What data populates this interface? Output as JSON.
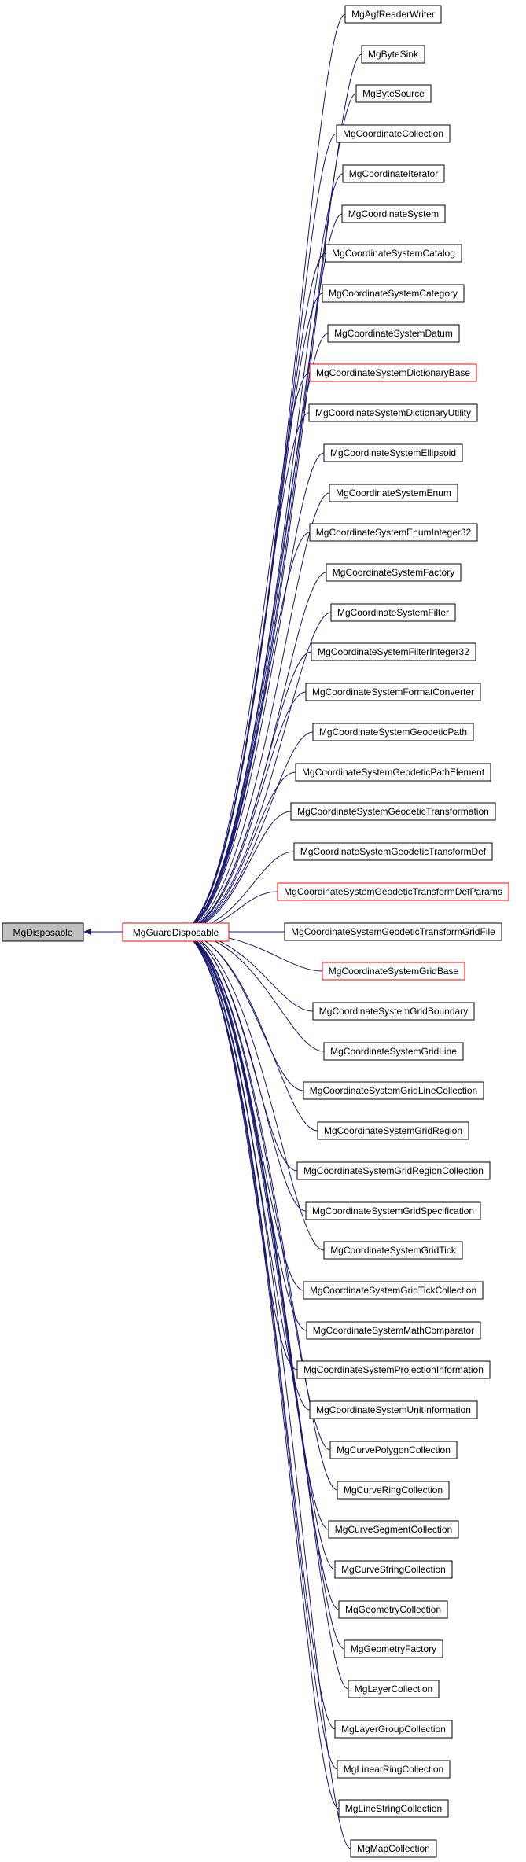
{
  "root": {
    "label": "MgDisposable",
    "fill": "#bfbfbf"
  },
  "parent": {
    "label": "MgGuardDisposable",
    "border": "#ff0000"
  },
  "colors": {
    "edge": "#191970",
    "normal_border": "#000000",
    "highlight_border": "#ff0000"
  },
  "children": [
    {
      "label": "MgAgfReaderWriter",
      "red": false
    },
    {
      "label": "MgByteSink",
      "red": false
    },
    {
      "label": "MgByteSource",
      "red": false
    },
    {
      "label": "MgCoordinateCollection",
      "red": false
    },
    {
      "label": "MgCoordinateIterator",
      "red": false
    },
    {
      "label": "MgCoordinateSystem",
      "red": false
    },
    {
      "label": "MgCoordinateSystemCatalog",
      "red": false
    },
    {
      "label": "MgCoordinateSystemCategory",
      "red": false
    },
    {
      "label": "MgCoordinateSystemDatum",
      "red": false
    },
    {
      "label": "MgCoordinateSystemDictionaryBase",
      "red": true
    },
    {
      "label": "MgCoordinateSystemDictionaryUtility",
      "red": false
    },
    {
      "label": "MgCoordinateSystemEllipsoid",
      "red": false
    },
    {
      "label": "MgCoordinateSystemEnum",
      "red": false
    },
    {
      "label": "MgCoordinateSystemEnumInteger32",
      "red": false
    },
    {
      "label": "MgCoordinateSystemFactory",
      "red": false
    },
    {
      "label": "MgCoordinateSystemFilter",
      "red": false
    },
    {
      "label": "MgCoordinateSystemFilterInteger32",
      "red": false
    },
    {
      "label": "MgCoordinateSystemFormatConverter",
      "red": false
    },
    {
      "label": "MgCoordinateSystemGeodeticPath",
      "red": false
    },
    {
      "label": "MgCoordinateSystemGeodeticPathElement",
      "red": false
    },
    {
      "label": "MgCoordinateSystemGeodeticTransformation",
      "red": false
    },
    {
      "label": "MgCoordinateSystemGeodeticTransformDef",
      "red": false
    },
    {
      "label": "MgCoordinateSystemGeodeticTransformDefParams",
      "red": true
    },
    {
      "label": "MgCoordinateSystemGeodeticTransformGridFile",
      "red": false
    },
    {
      "label": "MgCoordinateSystemGridBase",
      "red": true
    },
    {
      "label": "MgCoordinateSystemGridBoundary",
      "red": false
    },
    {
      "label": "MgCoordinateSystemGridLine",
      "red": false
    },
    {
      "label": "MgCoordinateSystemGridLineCollection",
      "red": false
    },
    {
      "label": "MgCoordinateSystemGridRegion",
      "red": false
    },
    {
      "label": "MgCoordinateSystemGridRegionCollection",
      "red": false
    },
    {
      "label": "MgCoordinateSystemGridSpecification",
      "red": false
    },
    {
      "label": "MgCoordinateSystemGridTick",
      "red": false
    },
    {
      "label": "MgCoordinateSystemGridTickCollection",
      "red": false
    },
    {
      "label": "MgCoordinateSystemMathComparator",
      "red": false
    },
    {
      "label": "MgCoordinateSystemProjectionInformation",
      "red": false
    },
    {
      "label": "MgCoordinateSystemUnitInformation",
      "red": false
    },
    {
      "label": "MgCurvePolygonCollection",
      "red": false
    },
    {
      "label": "MgCurveRingCollection",
      "red": false
    },
    {
      "label": "MgCurveSegmentCollection",
      "red": false
    },
    {
      "label": "MgCurveStringCollection",
      "red": false
    },
    {
      "label": "MgGeometryCollection",
      "red": false
    },
    {
      "label": "MgGeometryFactory",
      "red": false
    },
    {
      "label": "MgLayerCollection",
      "red": false
    },
    {
      "label": "MgLayerGroupCollection",
      "red": false
    },
    {
      "label": "MgLinearRingCollection",
      "red": false
    },
    {
      "label": "MgLineStringCollection",
      "red": false
    },
    {
      "label": "MgMapCollection",
      "red": false
    }
  ]
}
